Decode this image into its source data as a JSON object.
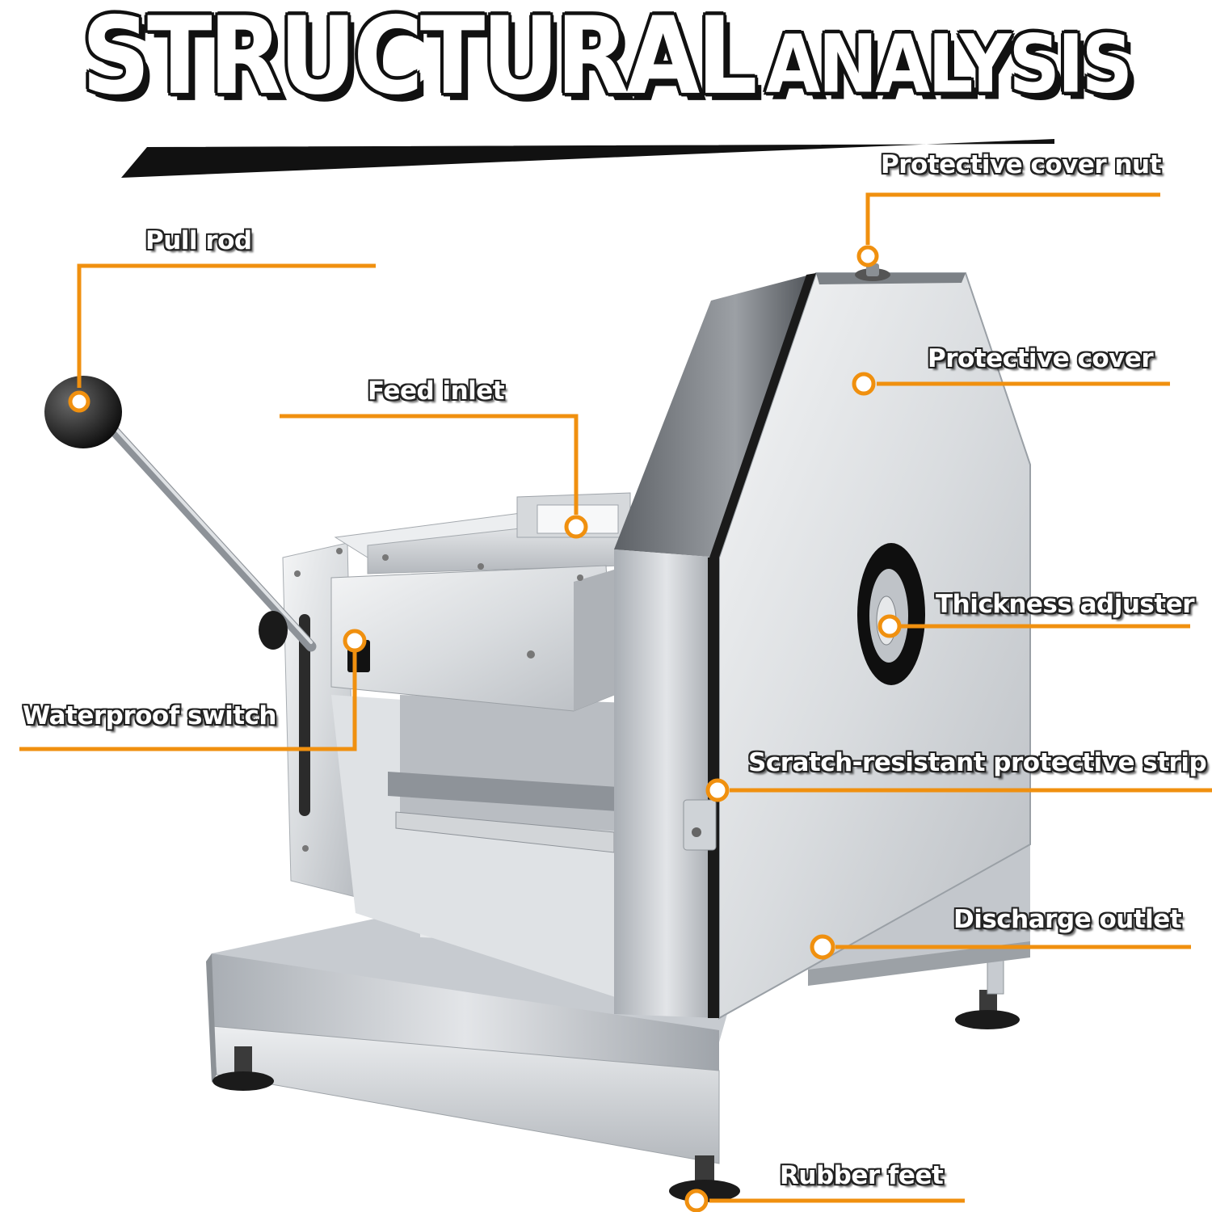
{
  "title": {
    "main": "STRUCTURAL",
    "secondary": "ANALYSIS"
  },
  "accent_color": "#f0900f",
  "callouts": [
    {
      "id": "protective-cover-nut",
      "label": "Protective cover nut"
    },
    {
      "id": "pull-rod",
      "label": "Pull rod"
    },
    {
      "id": "protective-cover",
      "label": "Protective cover"
    },
    {
      "id": "feed-inlet",
      "label": "Feed inlet"
    },
    {
      "id": "thickness-adjuster",
      "label": "Thickness adjuster"
    },
    {
      "id": "waterproof-switch",
      "label": "Waterproof switch"
    },
    {
      "id": "scratch-resistant-protective-strip",
      "label": "Scratch-resistant protective strip"
    },
    {
      "id": "discharge-outlet",
      "label": "Discharge outlet"
    },
    {
      "id": "rubber-feet",
      "label": "Rubber feet"
    }
  ]
}
